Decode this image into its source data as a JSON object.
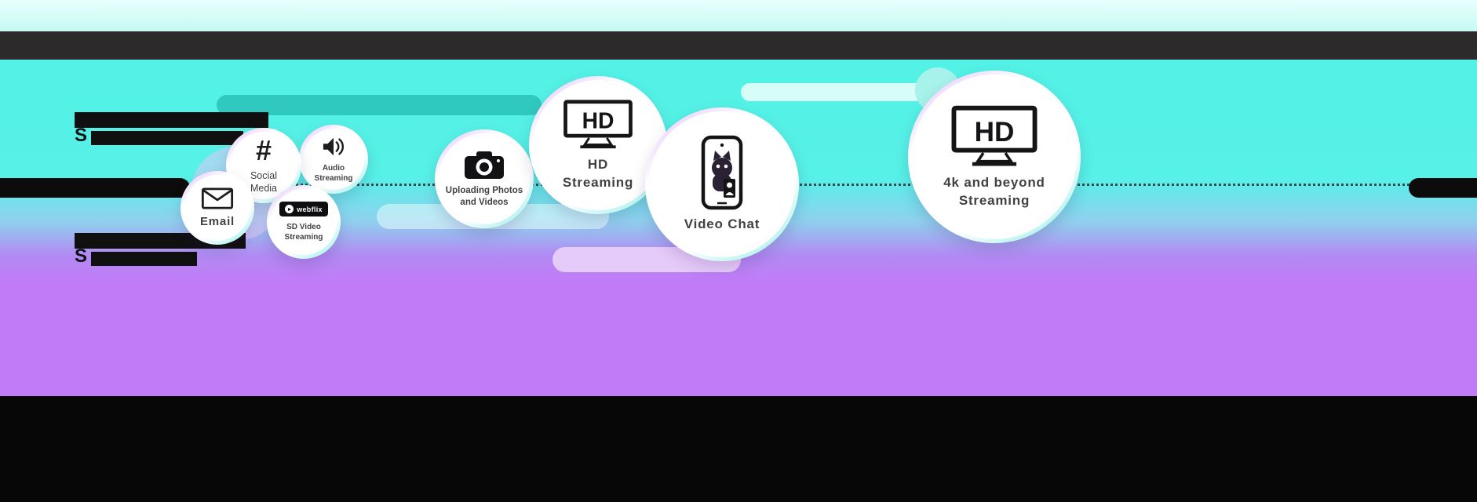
{
  "colors": {
    "cyan_bg": "#54f1e6",
    "purple_bg": "#c07af6",
    "top_band": "#cdfaf5",
    "header_bar": "#2d2a2c",
    "footer_bar": "#070707",
    "teal_pill": "#30c9bf",
    "lavender_pill": "#e5cbfa"
  },
  "redacted": {
    "top_letter": "S",
    "bottom_letter": "S"
  },
  "bubbles": [
    {
      "id": "email",
      "label": "Email",
      "icon": "envelope-icon"
    },
    {
      "id": "social-media",
      "label": "Social Media",
      "icon": "hashtag-icon"
    },
    {
      "id": "audio-streaming",
      "label": "Audio Streaming",
      "icon": "speaker-icon"
    },
    {
      "id": "sd-video-streaming",
      "label": "SD Video Streaming",
      "icon": "webflix-logo",
      "brand": "webflix"
    },
    {
      "id": "uploading-photos",
      "label": "Uploading Photos and Videos",
      "icon": "camera-icon"
    },
    {
      "id": "hd-streaming",
      "label": "HD Streaming",
      "icon": "hd-tv-icon",
      "tv_text": "HD"
    },
    {
      "id": "video-chat",
      "label": "Video Chat",
      "icon": "video-chat-phone-icon"
    },
    {
      "id": "4k-streaming",
      "label": "4k and beyond Streaming",
      "icon": "hd-tv-icon",
      "tv_text": "HD"
    }
  ]
}
